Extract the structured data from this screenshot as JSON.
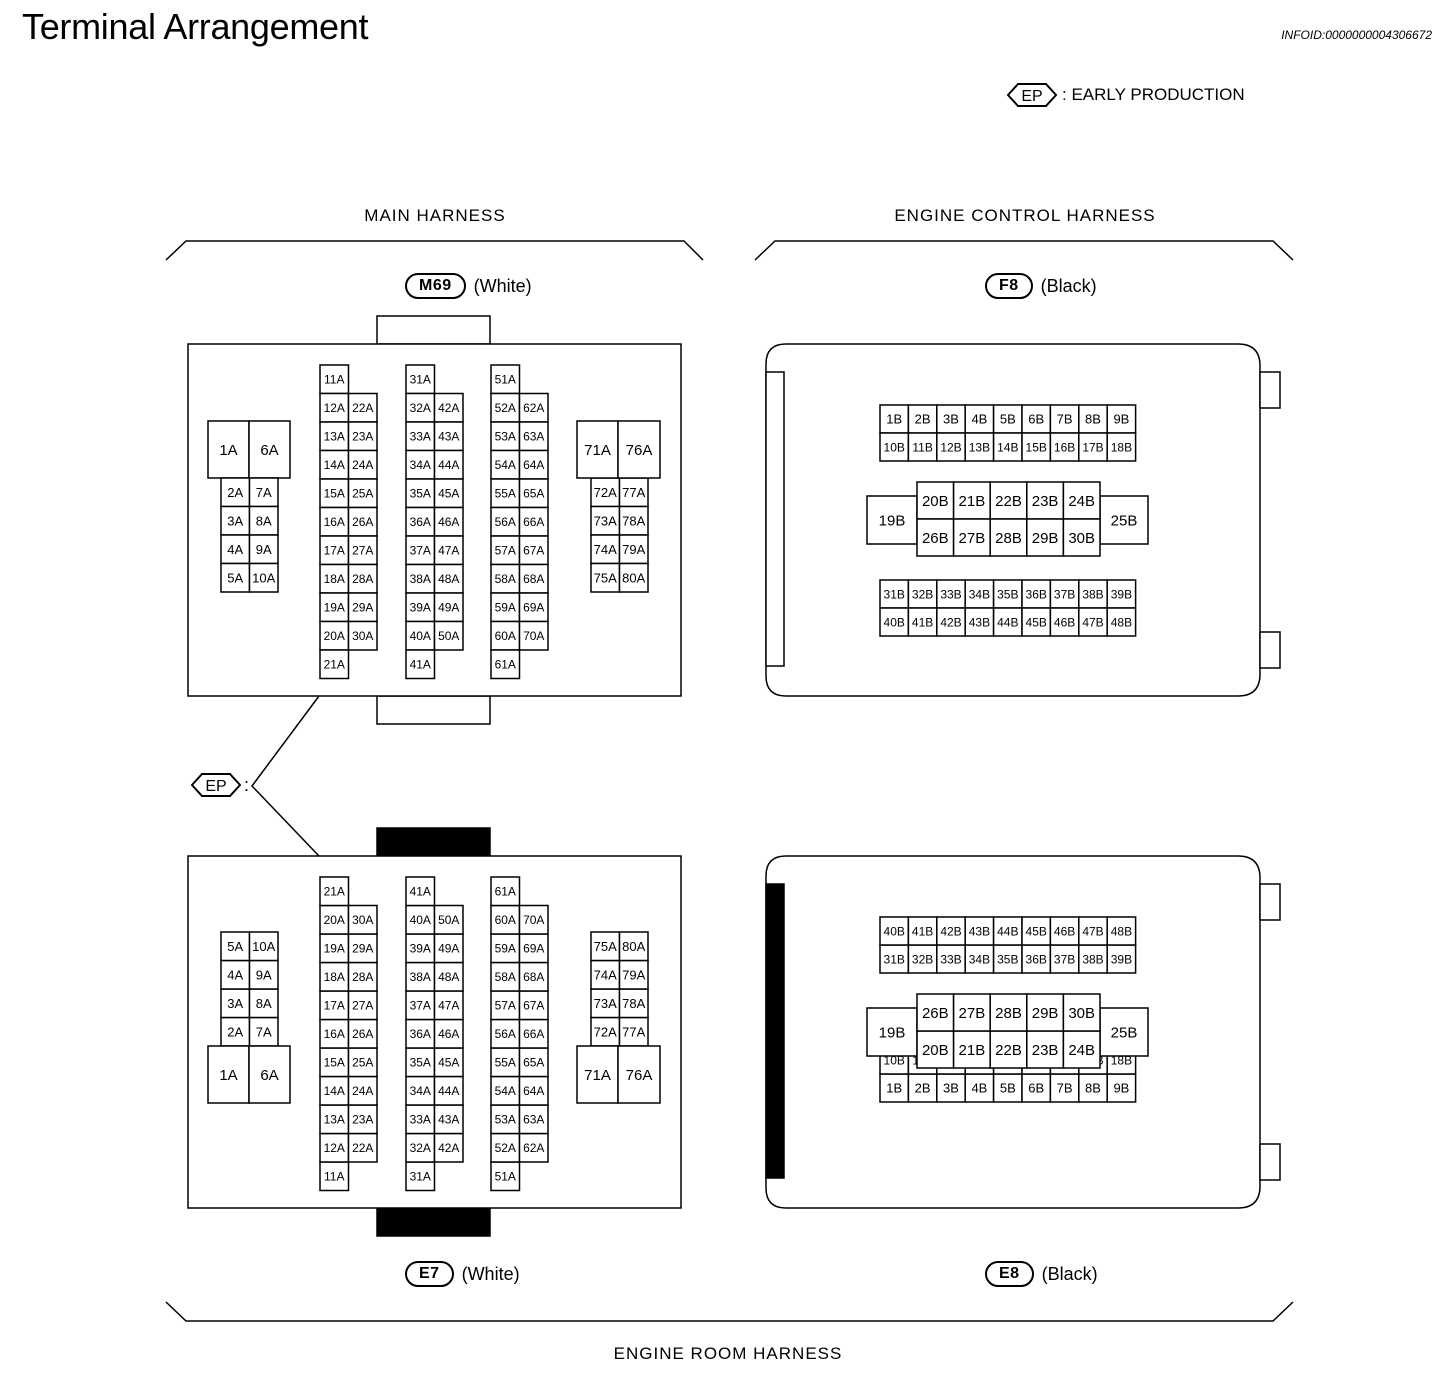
{
  "title": "Terminal Arrangement",
  "info_id": "INFOID:0000000004306672",
  "legend": {
    "badge": "EP",
    "text": ": EARLY PRODUCTION"
  },
  "headers": {
    "main_harness": "MAIN HARNESS",
    "engine_control_harness": "ENGINE CONTROL HARNESS",
    "engine_room_harness": "ENGINE ROOM HARNESS"
  },
  "connectors": {
    "m69": {
      "code": "M69",
      "color": "(White)"
    },
    "f8": {
      "code": "F8",
      "color": "(Black)"
    },
    "e7": {
      "code": "E7",
      "color": "(White)"
    },
    "e8": {
      "code": "E8",
      "color": "(Black)"
    }
  },
  "ep_marker": {
    "badge": "EP",
    "suffix": ":"
  }
}
